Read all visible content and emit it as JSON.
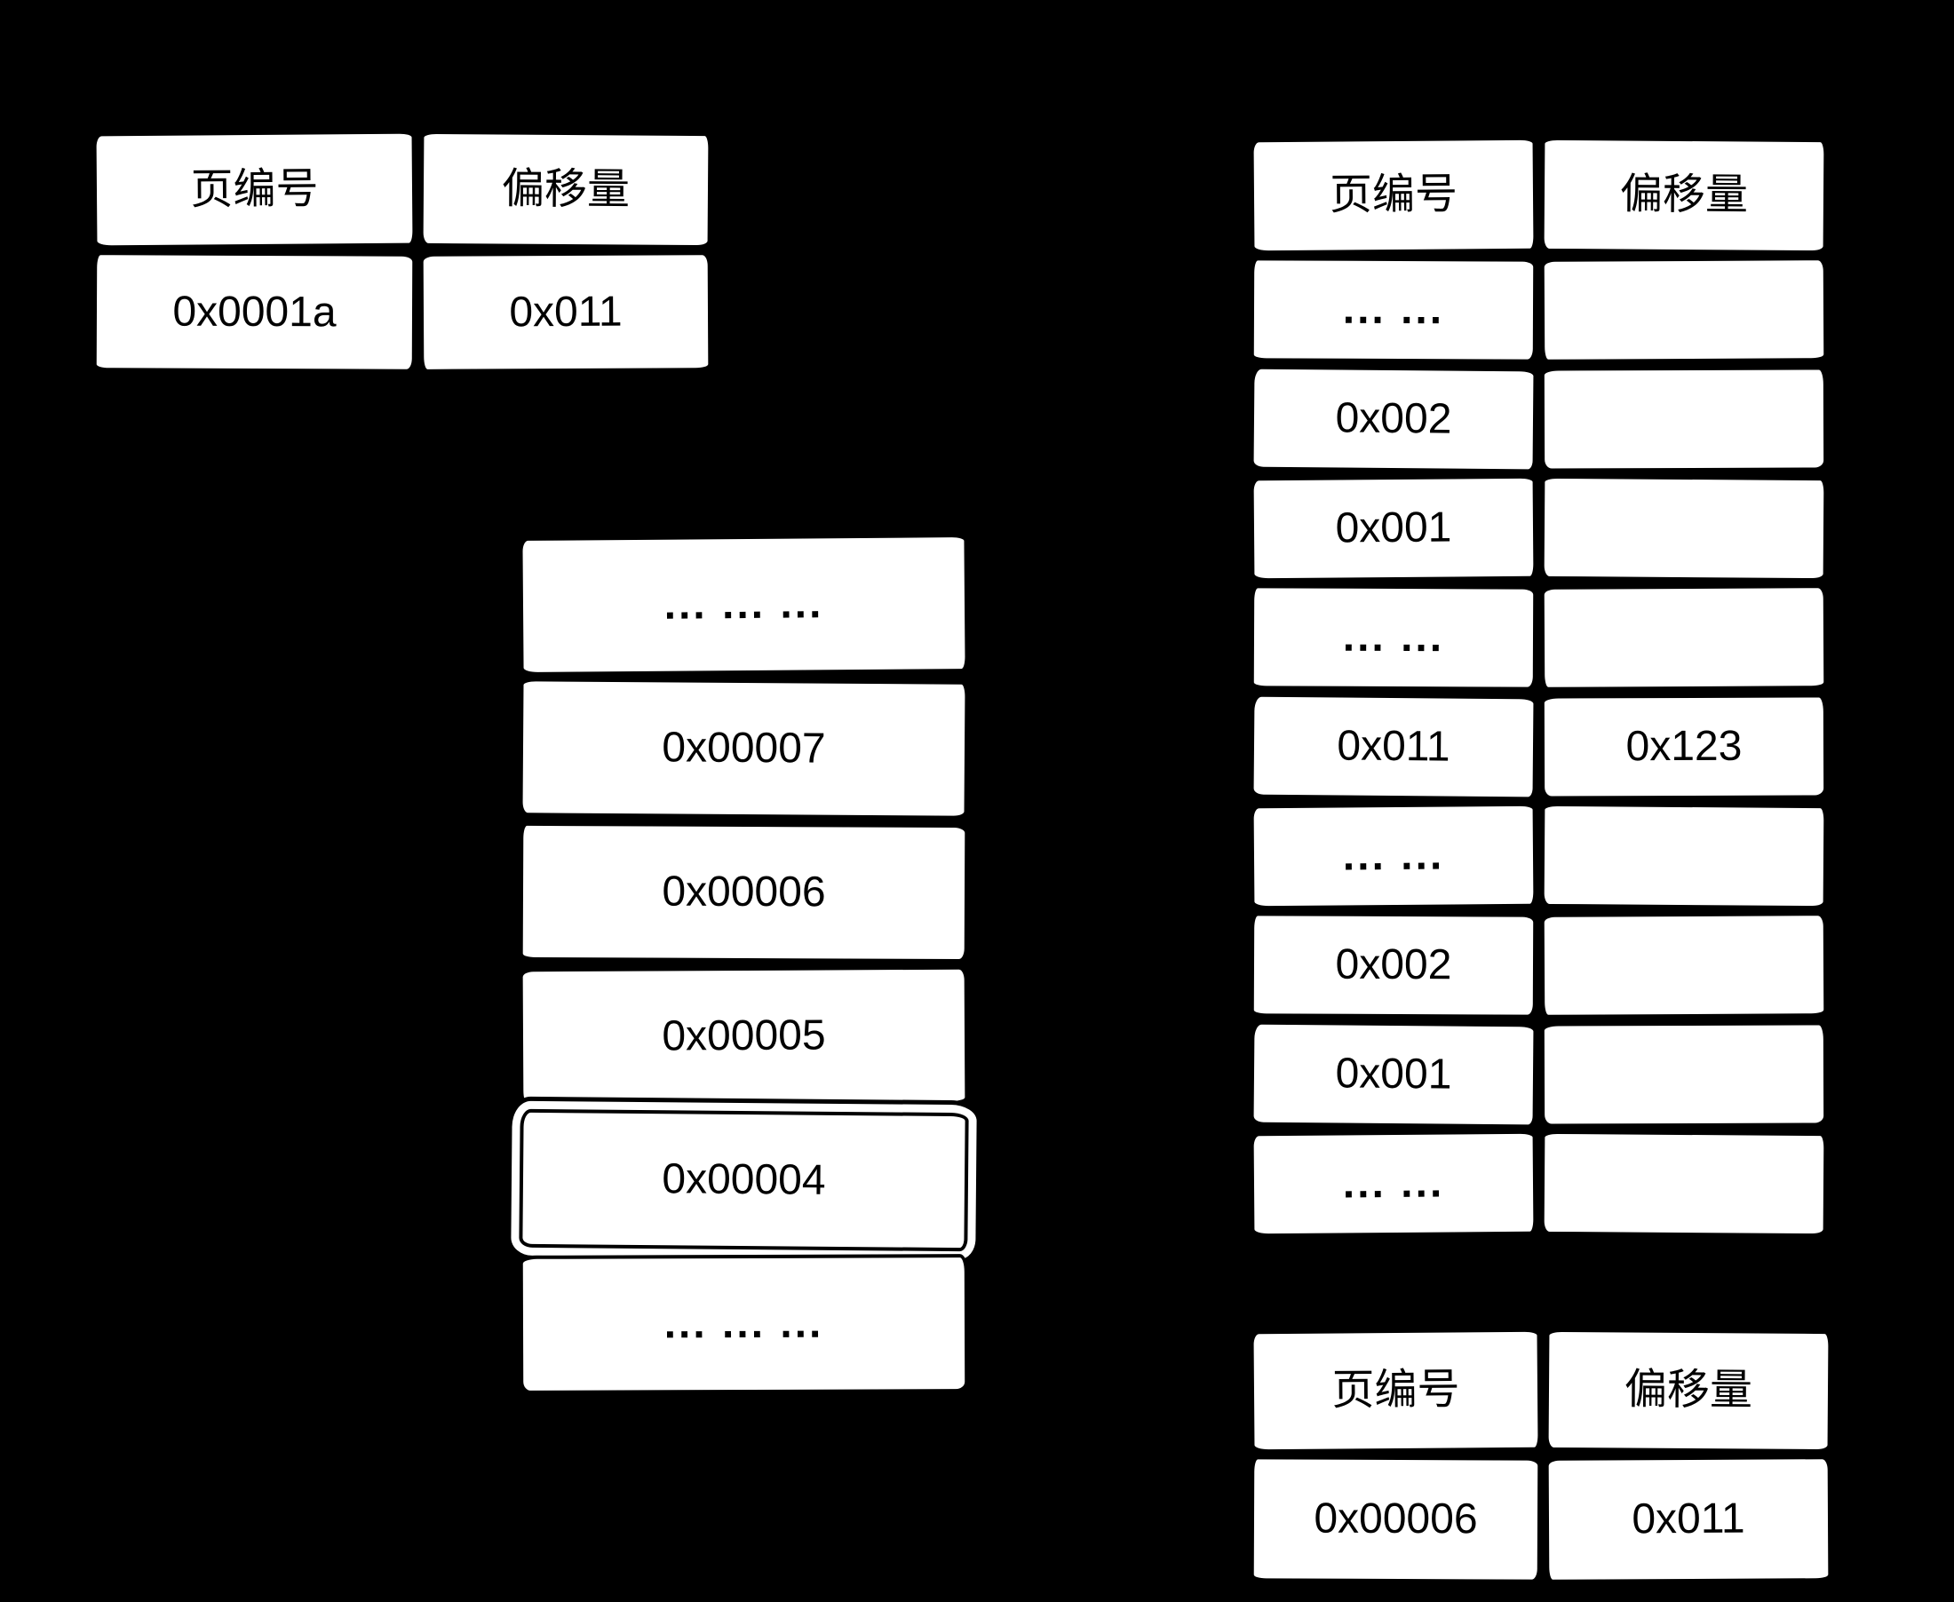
{
  "colors": {
    "background": "#000000",
    "cell_fill": "#ffffff",
    "stroke": "#000000",
    "text": "#000000"
  },
  "tlb_table": {
    "headers": {
      "page": "页编号",
      "offset": "偏移量"
    },
    "rows": [
      {
        "page": "0x0001a",
        "offset": "0x011"
      }
    ]
  },
  "frame_list": {
    "rows": [
      "... ... ...",
      "0x00007",
      "0x00006",
      "0x00005",
      "0x00004",
      "... ... ..."
    ],
    "highlighted_row": "0x00004"
  },
  "page_table": {
    "headers": {
      "page": "页编号",
      "offset": "偏移量"
    },
    "rows": [
      {
        "page": "... ...",
        "offset": ""
      },
      {
        "page": "0x002",
        "offset": ""
      },
      {
        "page": "0x001",
        "offset": ""
      },
      {
        "page": "... ...",
        "offset": ""
      },
      {
        "page": "0x011",
        "offset": "0x123"
      },
      {
        "page": "... ...",
        "offset": ""
      },
      {
        "page": "0x002",
        "offset": ""
      },
      {
        "page": "0x001",
        "offset": ""
      },
      {
        "page": "... ...",
        "offset": ""
      }
    ]
  },
  "result_table": {
    "headers": {
      "page": "页编号",
      "offset": "偏移量"
    },
    "rows": [
      {
        "page": "0x00006",
        "offset": "0x011"
      }
    ]
  }
}
